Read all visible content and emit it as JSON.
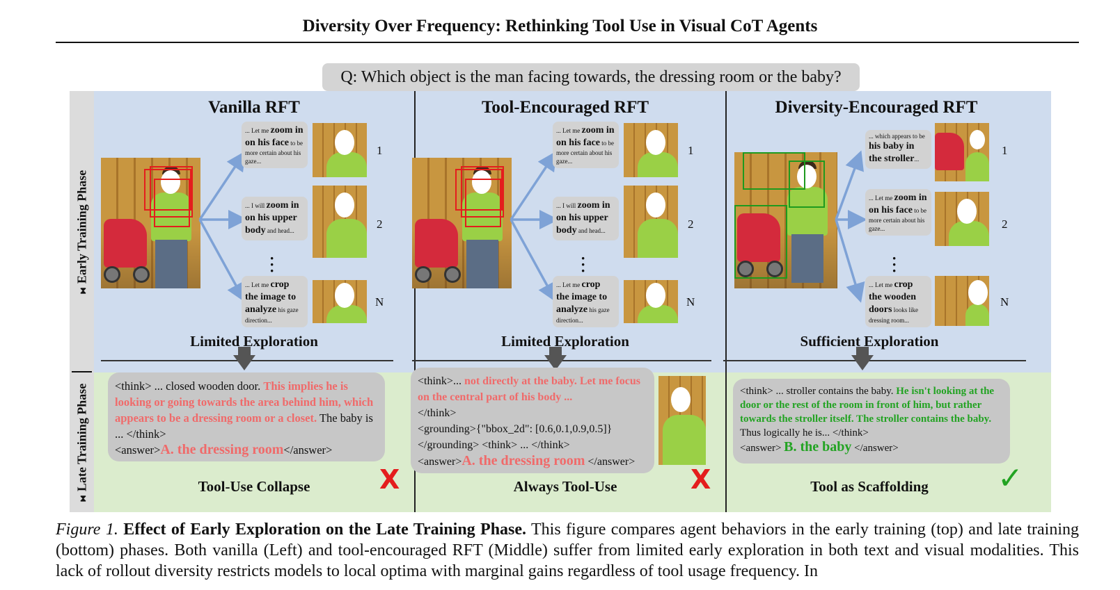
{
  "header": {
    "running_title": "Diversity Over Frequency: Rethinking Tool Use in Visual CoT Agents"
  },
  "figure": {
    "question": "Q: Which object is the man facing towards, the dressing room or the baby?",
    "phases": {
      "early": "Early Training Phase",
      "late": "Late Training Phase"
    },
    "rollout_labels": [
      "1",
      "2",
      "N"
    ],
    "panels": [
      {
        "title": "Vanilla RFT",
        "rollouts": [
          {
            "pre": "... Let me",
            "bold": "zoom in on his face",
            "post": "to be more certain about his gaze..."
          },
          {
            "pre": "... I will",
            "bold": "zoom in on his upper body",
            "post": "and head..."
          },
          {
            "pre": "... Let me",
            "bold": "crop the image to analyze",
            "post": "his gaze direction..."
          }
        ],
        "exploration": "Limited Exploration",
        "answer": {
          "line1": "<think> ... closed wooden door.",
          "highlight": "This implies he is looking or going towards the area behind him, which appears to be a dressing room or a closet.",
          "line2": "The baby is ... </think>",
          "answer_open": "<answer>",
          "answer_text": "A. the dressing room",
          "answer_close": "</answer>"
        },
        "behavior": "Tool-Use Collapse",
        "mark": "X"
      },
      {
        "title": "Tool-Encouraged RFT",
        "rollouts": [
          {
            "pre": "... Let me",
            "bold": "zoom in on his face",
            "post": "to be more certain about his gaze..."
          },
          {
            "pre": "... I will",
            "bold": "zoom in on his upper body",
            "post": "and head..."
          },
          {
            "pre": "... Let me",
            "bold": "crop the image to analyze",
            "post": "his gaze direction..."
          }
        ],
        "exploration": "Limited Exploration",
        "answer": {
          "line1": "<think>...",
          "highlight": "not directly at the baby. Let me focus on the central part of his body ...",
          "line2": "</think>",
          "line3": "<grounding>{\"bbox_2d\": [0.6,0.1,0.9,0.5]}",
          "line4": "</grounding>  <think> ... </think>",
          "answer_open": "<answer>",
          "answer_text": "A. the dressing room",
          "answer_close": " </answer>"
        },
        "behavior": "Always Tool-Use",
        "mark": "X"
      },
      {
        "title": "Diversity-Encouraged RFT",
        "rollouts": [
          {
            "pre": "... which appears to be",
            "bold": "his baby in the stroller",
            "post": "..."
          },
          {
            "pre": "... Let me",
            "bold": "zoom in on his face",
            "post": "to be more certain about his gaze..."
          },
          {
            "pre": "... Let me",
            "bold": "crop the wooden doors",
            "post": "looks like dressing room..."
          }
        ],
        "exploration": "Sufficient Exploration",
        "answer": {
          "line1": "<think> ... stroller contains the baby.",
          "highlight": "He isn't looking at the door or the rest of the room in front of him, but rather towards the stroller itself. The stroller contains the baby.",
          "line2": "Thus logically he is... </think>",
          "answer_open": "<answer> ",
          "answer_text": "B. the baby",
          "answer_close": " </answer>"
        },
        "behavior": "Tool as Scaffolding",
        "mark": "✓"
      }
    ]
  },
  "caption": {
    "label": "Figure 1.",
    "title": "Effect of Early Exploration on the Late Training Phase.",
    "body": "This figure compares agent behaviors in the early training (top) and late training (bottom) phases. Both vanilla (Left) and tool-encouraged RFT (Middle) suffer from limited early exploration in both text and visual modalities. This lack of rollout diversity restricts models to local optima with marginal gains regardless of tool usage frequency. In"
  }
}
